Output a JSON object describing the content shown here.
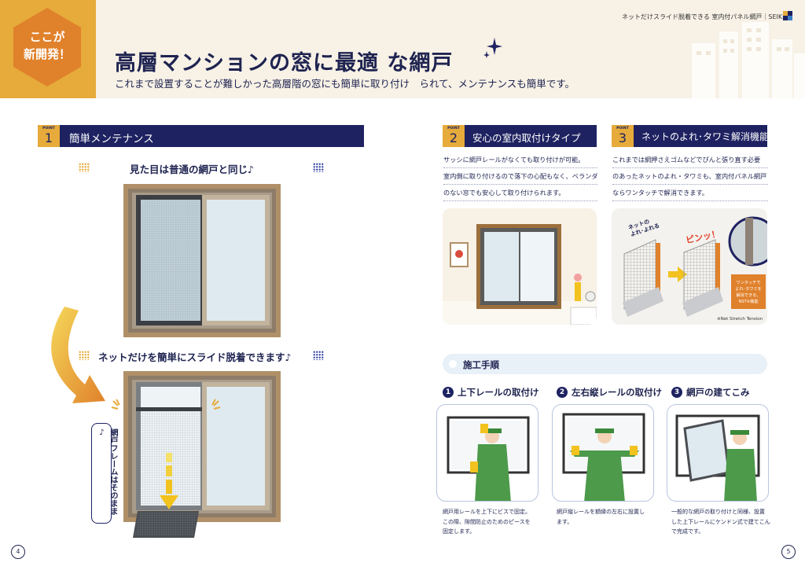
{
  "header": {
    "badge_line1": "ここが",
    "badge_line2": "新開発！",
    "title": "高層マンションの窓に最適 な網戸",
    "subtitle": "これまで設置することが難しかった高層階の窓にも簡単に取り付け　られて、メンテナンスも簡単です。",
    "running_head": "ネットだけスライド脱着できる 室内付パネル網戸｜SEIKI"
  },
  "point1": {
    "label": "POINT",
    "number": "1",
    "title": "簡単メンテナンス",
    "caption_top": "見た目は普通の網戸と同じ♪",
    "caption_mid": "ネットだけを簡単にスライド脱着できます♪",
    "note": "網戸フレームはそのまま♪"
  },
  "point2": {
    "label": "POINT",
    "number": "2",
    "title": "安心の室内取付けタイプ",
    "lines": [
      "サッシに網戸レールがなくても取り付けが可能。",
      "室内側に取り付けるので落下の心配もなく、ベランダ",
      "のない窓でも安心して取り付けられます。"
    ]
  },
  "point3": {
    "label": "POINT",
    "number": "3",
    "title": "ネットのよれ･タワミ解消機能",
    "lines": [
      "これまでは網押さえゴムなどでぴんと張り直す必要",
      "のあったネットのよれ・タワミも、室内付パネル網戸",
      "ならワンタッチで解消できます。"
    ],
    "bubble_left": "ネットの\nよれ･よれる",
    "bubble_pin": "ピンッ！",
    "callout": "ワンタッチで\nよれ･タワミを\n解消できる、\nNST※機能",
    "footnote": "※Net Stretch Tension"
  },
  "install": {
    "title": "施工手順",
    "steps": [
      {
        "num": "1",
        "title": "上下レールの取付け",
        "desc": [
          "網戸用レールを上下にビスで固定。",
          "この際、隙間防止のためのピースを",
          "固定します。"
        ]
      },
      {
        "num": "2",
        "title": "左右縦レールの取付け",
        "desc": [
          "網戸縦レールを額縁の左右に設置し",
          "ます。"
        ]
      },
      {
        "num": "3",
        "title": "網戸の建てこみ",
        "desc": [
          "一般的な網戸の取り付けと同様、設置",
          "した上下レールにケンドン式で建てこん",
          "で完成です。"
        ]
      }
    ]
  },
  "pages": {
    "left": "4",
    "right": "5"
  },
  "colors": {
    "navy": "#1e2261",
    "gold": "#e6ab3a",
    "orange": "#e0812b",
    "beige": "#f7f1e6",
    "frame": "#b09068"
  }
}
